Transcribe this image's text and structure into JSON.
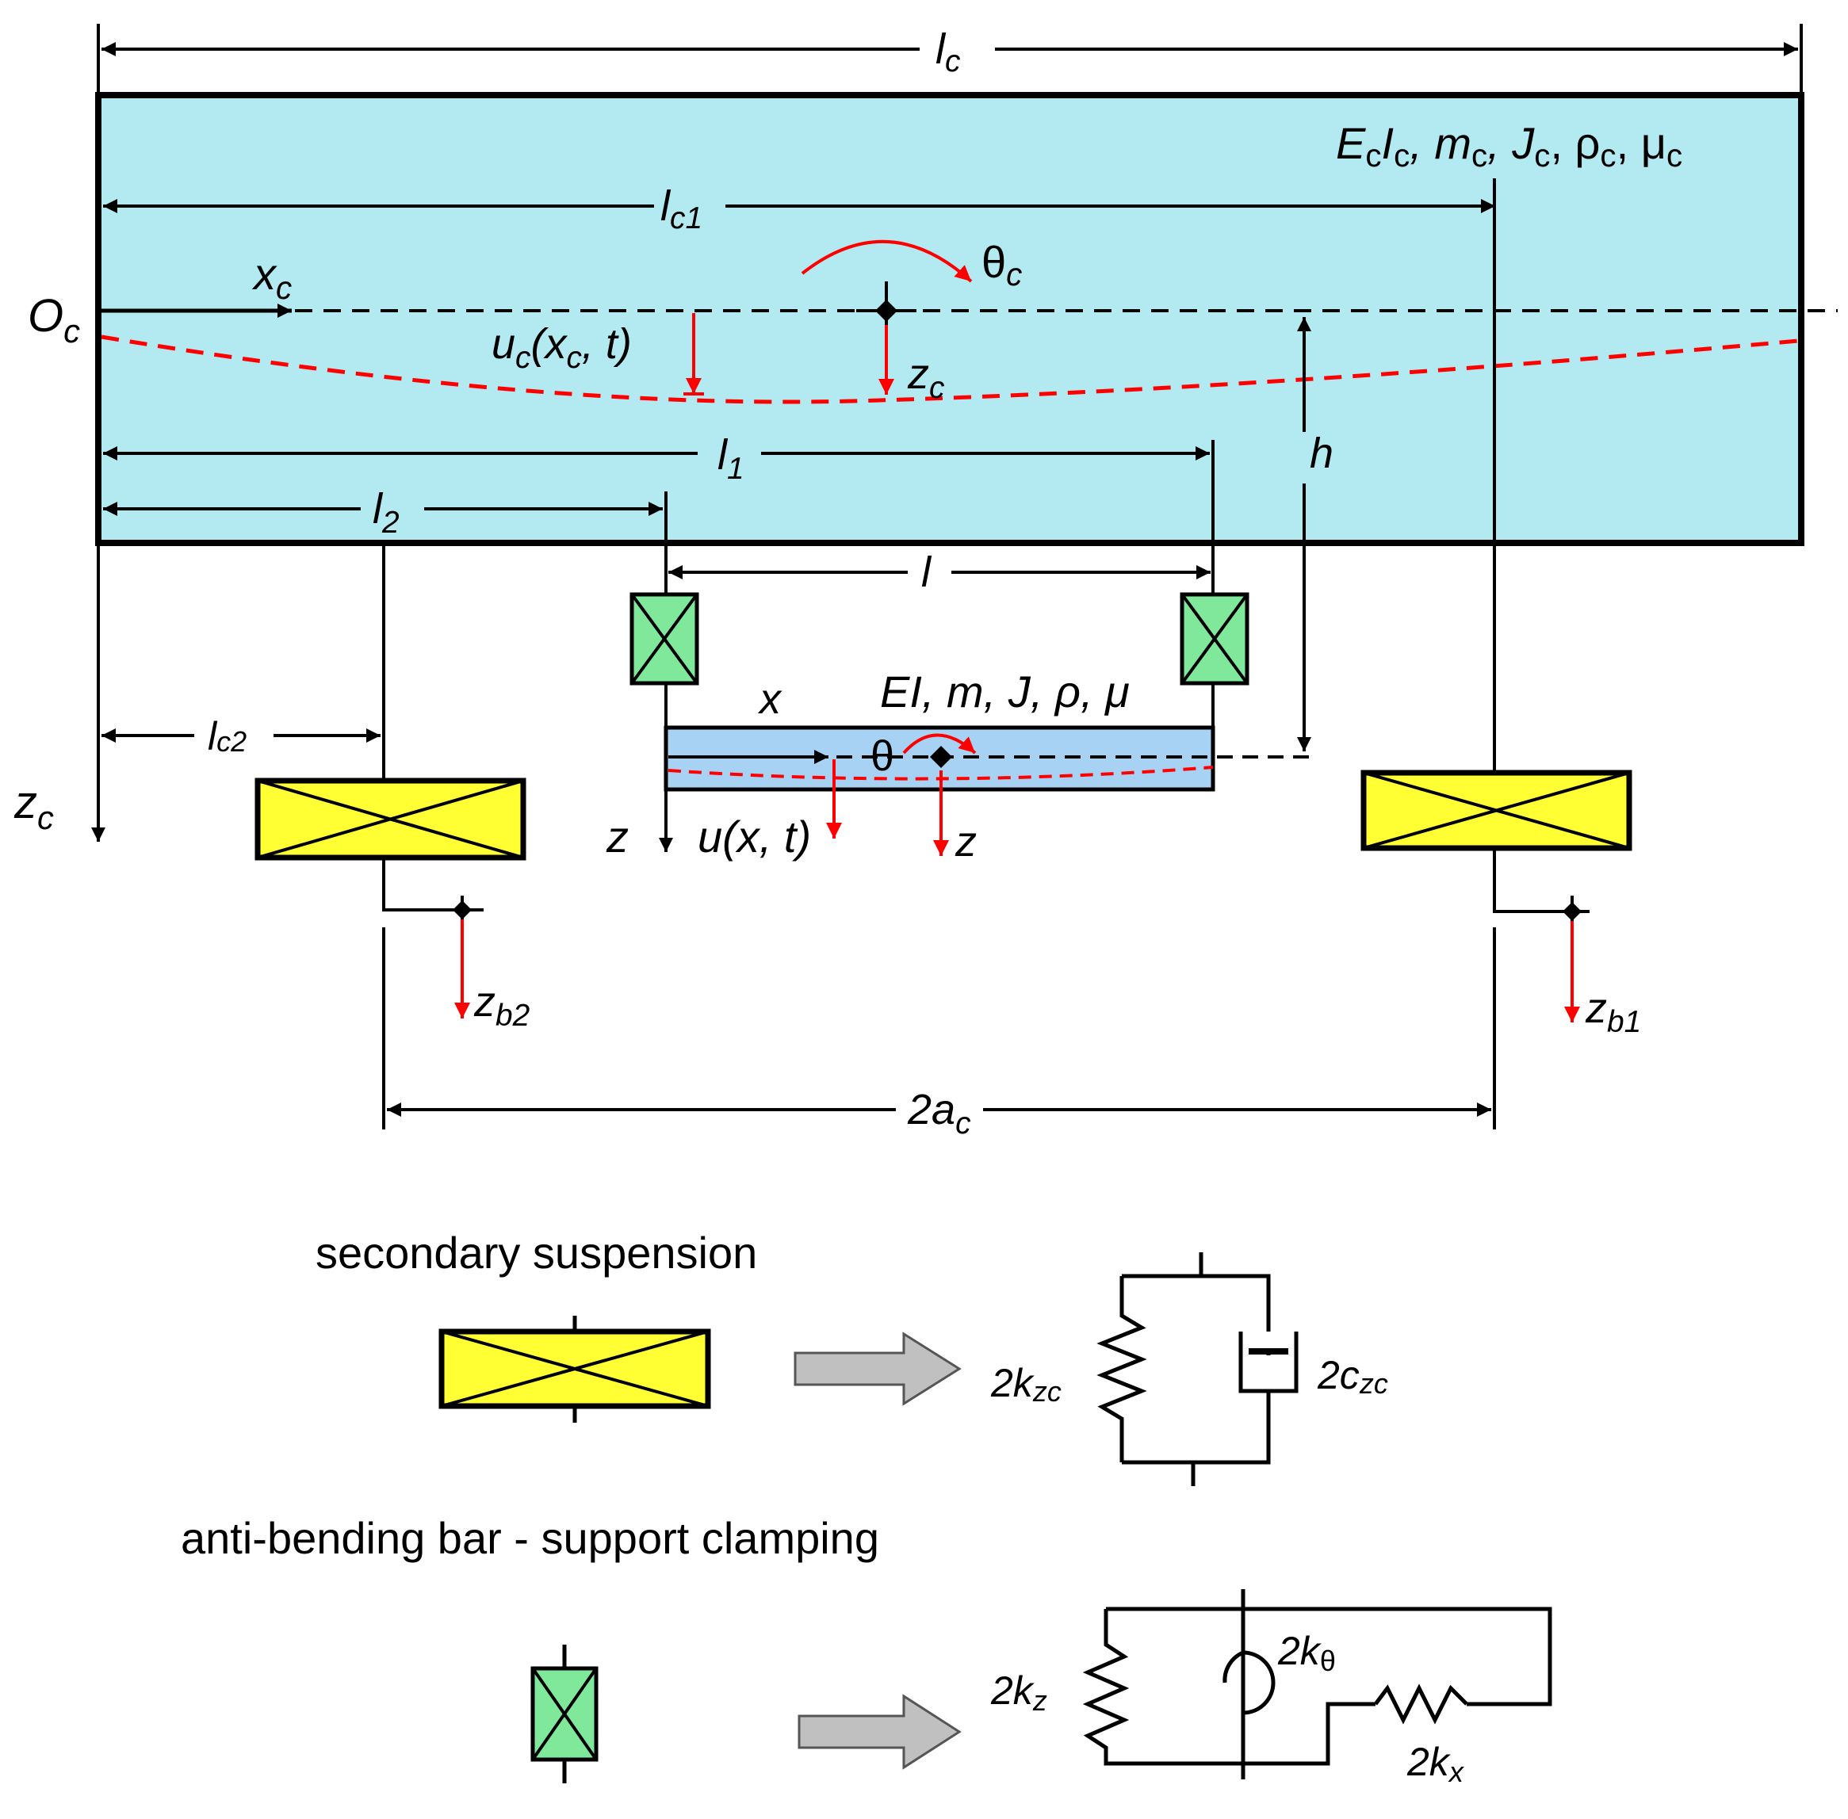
{
  "labels": {
    "lc": "l",
    "lc_sub": "c",
    "carbody_props_1": "E",
    "carbody_props_2": "c",
    "carbody_props_3": "I",
    "carbody_props_4": "c",
    "carbody_props_5": ", m",
    "carbody_props_6": "c",
    "carbody_props_7": ", J",
    "carbody_props_8": "c",
    "carbody_props_9": ", ρ",
    "carbody_props_10": "c",
    "carbody_props_11": ", μ",
    "carbody_props_12": "c",
    "lc1": "l",
    "lc1_sub": "c1",
    "theta_c": "θ",
    "theta_c_sub": "c",
    "xc": "x",
    "xc_sub": "c",
    "Oc": "O",
    "Oc_sub": "c",
    "uc_1": "u",
    "uc_2": "c",
    "uc_3": "(x",
    "uc_4": "c",
    "uc_5": ", t)",
    "zc_mid": "z",
    "zc_mid_sub": "c",
    "l1": "l",
    "l1_sub": "1",
    "l2": "l",
    "l2_sub": "2",
    "h": "h",
    "l": "l",
    "bar_props": "EI, m, J, ρ, μ",
    "x": "x",
    "theta": "θ",
    "lc2": "l",
    "lc2_sub": "c2",
    "zc_left": "z",
    "zc_left_sub": "c",
    "z_axis": "z",
    "u_xt": "u(x, t)",
    "z_mid": "z",
    "zb2": "z",
    "zb2_sub": "b2",
    "zb1": "z",
    "zb1_sub": "b1",
    "two_ac": "2a",
    "two_ac_sub": "c"
  },
  "legend": {
    "secondary_title": "secondary suspension",
    "secondary_k": "2k",
    "secondary_k_sub": "zc",
    "secondary_c": "2c",
    "secondary_c_sub": "zc",
    "bar_title": "anti-bending bar - support clamping",
    "bar_kz": "2k",
    "bar_kz_sub": "z",
    "bar_ktheta": "2k",
    "bar_ktheta_sub": "θ",
    "bar_kx": "2k",
    "bar_kx_sub": "x"
  },
  "colors": {
    "carbody_fill": "#b3e9f1",
    "bar_fill": "#a8d2f4",
    "secondary_fill": "#ffff33",
    "clamp_fill": "#7fe89a",
    "deflection": "#ff0000",
    "arrow_gray": "#c0c0c0"
  }
}
